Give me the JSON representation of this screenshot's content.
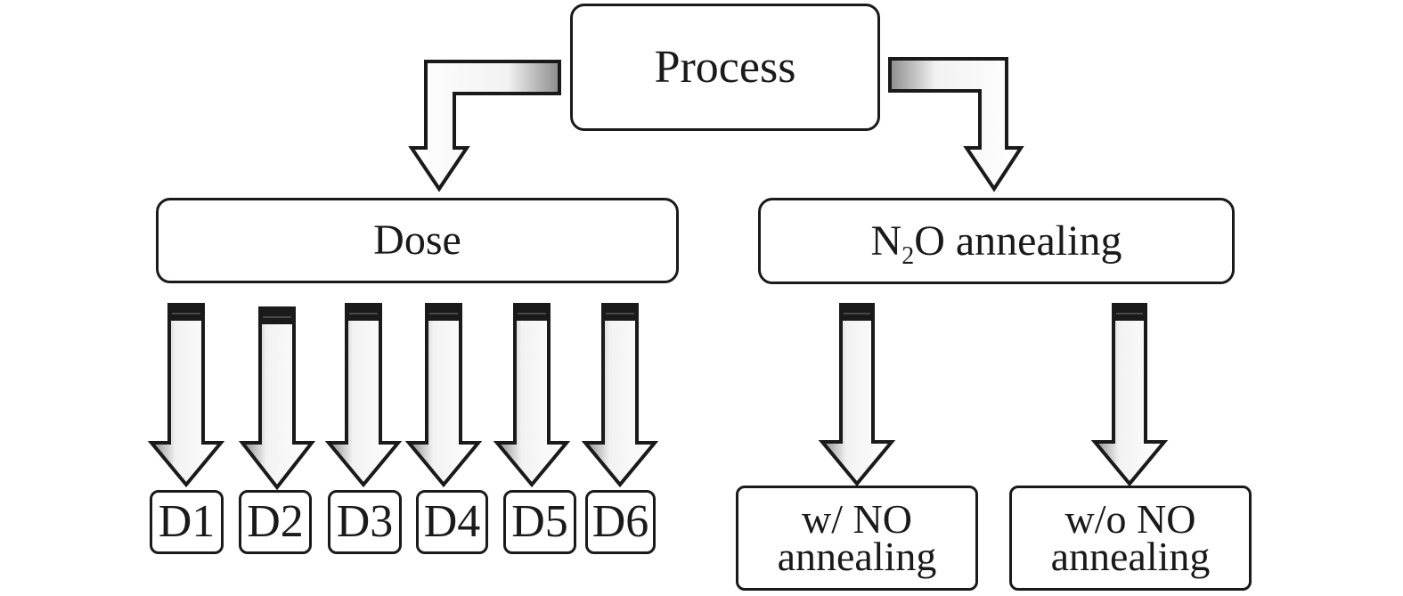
{
  "diagram": {
    "root": {
      "label": "Process"
    },
    "branches": [
      {
        "label": "Dose",
        "children": [
          "D1",
          "D2",
          "D3",
          "D4",
          "D5",
          "D6"
        ]
      },
      {
        "label_main": "N",
        "label_sub": "2",
        "label_rest": "O annealing",
        "children": [
          {
            "line1": "w/ NO",
            "line2": "annealing"
          },
          {
            "line1": "w/o NO",
            "line2": "annealing"
          }
        ]
      }
    ],
    "colors": {
      "stroke": "#1a1a1a",
      "arrow_fill_light": "#ffffff",
      "arrow_fill_shade": "#9a9a9a",
      "background": "#ffffff"
    }
  }
}
